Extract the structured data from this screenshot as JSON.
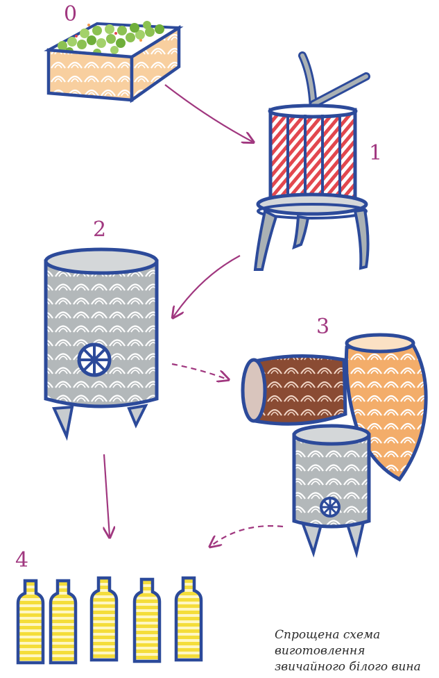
{
  "steps": [
    {
      "number": "0",
      "item": "grape-crate"
    },
    {
      "number": "1",
      "item": "wine-press"
    },
    {
      "number": "2",
      "item": "settling-tank"
    },
    {
      "number": "3",
      "item": "fermentation-vessels"
    },
    {
      "number": "4",
      "item": "bottles"
    }
  ],
  "caption": {
    "line1": "Спрощена схема",
    "line2": "виготовлення",
    "line3": "звичайного білого вина"
  },
  "colors": {
    "outline": "#2c4a9a",
    "arrow": "#a0377f",
    "grapes": "#8cc152",
    "wood": "#f3b97c",
    "press_stripes": "#e2474e",
    "steel": "#a9aeb1",
    "oak_dark": "#8a4b33",
    "bottle_fill": "#f6e24a"
  },
  "bottle_count": 5
}
